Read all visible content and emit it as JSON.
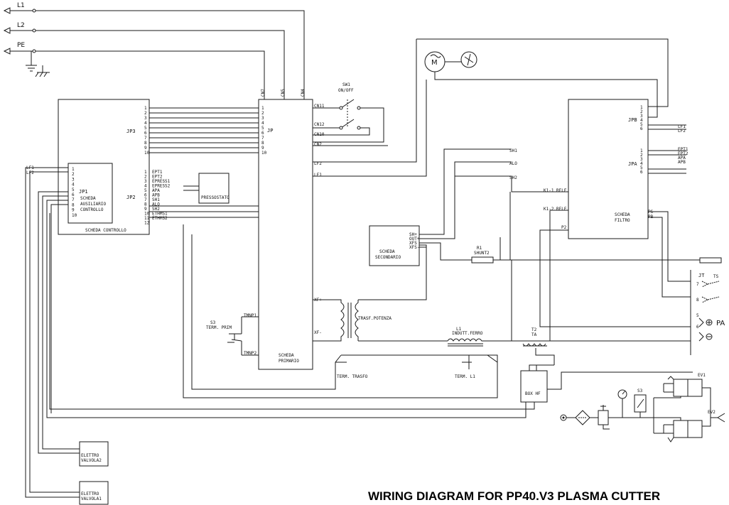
{
  "title": "WIRING DIAGRAM FOR PP40.V3 PLASMA CUTTER",
  "lines": {
    "l1": "L1",
    "l2": "L2",
    "pe": "PE"
  },
  "scheda_controllo": {
    "label": "SCHEDA CONTROLLO",
    "jp3": "JP3",
    "jp3_pins": [
      "1",
      "2",
      "3",
      "4",
      "5",
      "6",
      "7",
      "8",
      "9",
      "10"
    ],
    "jp2": "JP2",
    "jp2_pins": [
      "1",
      "2",
      "3",
      "4",
      "5",
      "6",
      "7",
      "8",
      "9",
      "10",
      "11",
      "12"
    ],
    "jp2_signals": [
      "EPT1",
      "EPT2",
      "EPRESS1",
      "EPRESS2",
      "APA",
      "APB",
      "SH1",
      "ALO",
      "SH2",
      "ETHMS1",
      "ETHMS2"
    ],
    "lf_labels": [
      "LF1",
      "LF2"
    ]
  },
  "jp1_box": {
    "label_jp1": "JP1",
    "label_lines": [
      "SCHEDA",
      "AUSILIARIO",
      "CONTROLLO"
    ],
    "pins": [
      "1",
      "2",
      "3",
      "4",
      "5",
      "6",
      "7",
      "8",
      "9",
      "10"
    ]
  },
  "pressostato": "PRESSOSTATO",
  "scheda_primario": {
    "label_lines": [
      "SCHEDA",
      "PRIMARIO"
    ],
    "jp": "JP",
    "jp_pins": [
      "1",
      "2",
      "3",
      "4",
      "5",
      "6",
      "7",
      "8",
      "9",
      "10"
    ],
    "top_labels": [
      "CN7",
      "CN5",
      "CN4"
    ],
    "right_labels": [
      "CN11",
      "CN12",
      "CN10",
      "CN2",
      "LF2",
      "LF1",
      "XF+",
      "XF-"
    ],
    "left_labels": [
      "TMNP1",
      "TMNP2"
    ]
  },
  "s3_term": {
    "name": "S3",
    "label": "TERM. PRIM"
  },
  "sw1": {
    "name": "SW1",
    "label": "ON/OFF"
  },
  "motor": "M",
  "trasf": "TRASF.POTENZA",
  "l1_induttore": {
    "name": "L1",
    "label": "INDUTT.FERRO"
  },
  "t2": {
    "name": "T2",
    "label": "TA"
  },
  "term_trasfo": "TERM. TRASFO",
  "term_l1": "TERM. L1",
  "box_hf": "BOX HF",
  "scheda_secondario": {
    "label_lines": [
      "SCHEDA",
      "SECONDARIO"
    ],
    "pins": [
      "SH+",
      "OUT+",
      "XFS",
      "XFS-"
    ]
  },
  "r1": {
    "name": "R1",
    "label": "SHUNT2"
  },
  "scheda_filtro": {
    "label_lines": [
      "SCHEDA",
      "FILTRO"
    ],
    "jpb": "JPB",
    "jpb_pins": [
      "1",
      "2",
      "3",
      "4",
      "5",
      "6"
    ],
    "jpb_out": [
      "LF1",
      "LF2"
    ],
    "jpa": "JPA",
    "jpa_pins": [
      "1",
      "2",
      "3",
      "4",
      "5",
      "6"
    ],
    "jpa_out": [
      "EPT1",
      "EPT2",
      "APA",
      "APB"
    ],
    "inputs": [
      "SH1",
      "ALO",
      "SH2"
    ],
    "rele_labels": [
      "K1-1 RELE",
      "K1-2 RELE"
    ],
    "p_labels": [
      "P2",
      "PS",
      "PB"
    ]
  },
  "jt": {
    "name": "JT",
    "pins": [
      "7",
      "8",
      "5",
      "6"
    ],
    "ts": "TS",
    "pa": "PA"
  },
  "s3_press": "S3",
  "ev1": "EV1",
  "ev2": "EV2",
  "elettrovalvola2": [
    "ELETTRO",
    "VALVOLA2"
  ],
  "elettrovalvola1": [
    "ELETTRO",
    "VALVOLA1"
  ]
}
